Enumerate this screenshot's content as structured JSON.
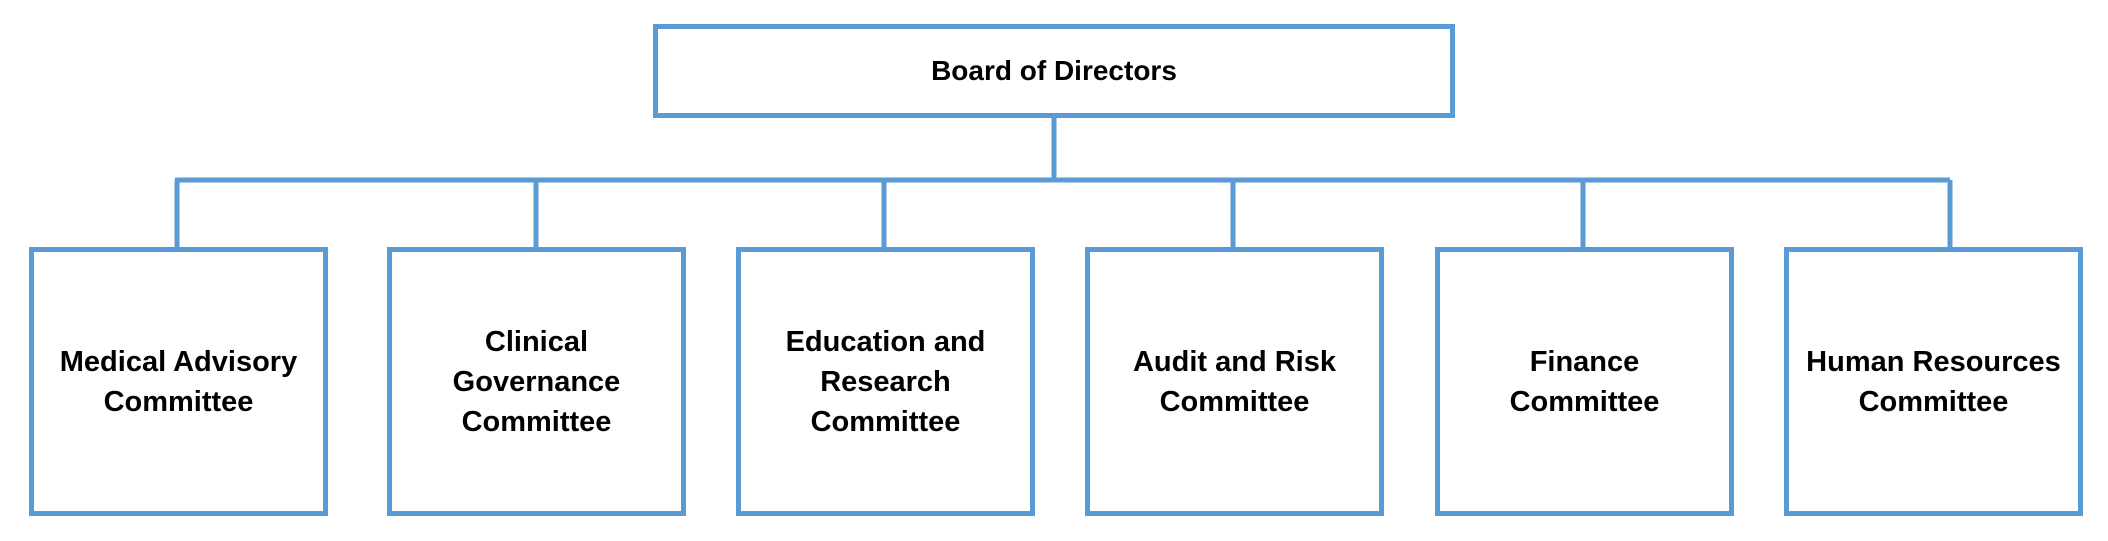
{
  "diagram": {
    "type": "org-chart",
    "line_color": "#5B9BD5",
    "root": {
      "label": "Board of Directors"
    },
    "children": [
      {
        "label": "Medical Advisory\nCommittee"
      },
      {
        "label": "Clinical\nGovernance\nCommittee"
      },
      {
        "label": "Education and\nResearch\nCommittee"
      },
      {
        "label": "Audit and Risk\nCommittee"
      },
      {
        "label": "Finance\nCommittee"
      },
      {
        "label": "Human Resources\nCommittee"
      }
    ]
  }
}
